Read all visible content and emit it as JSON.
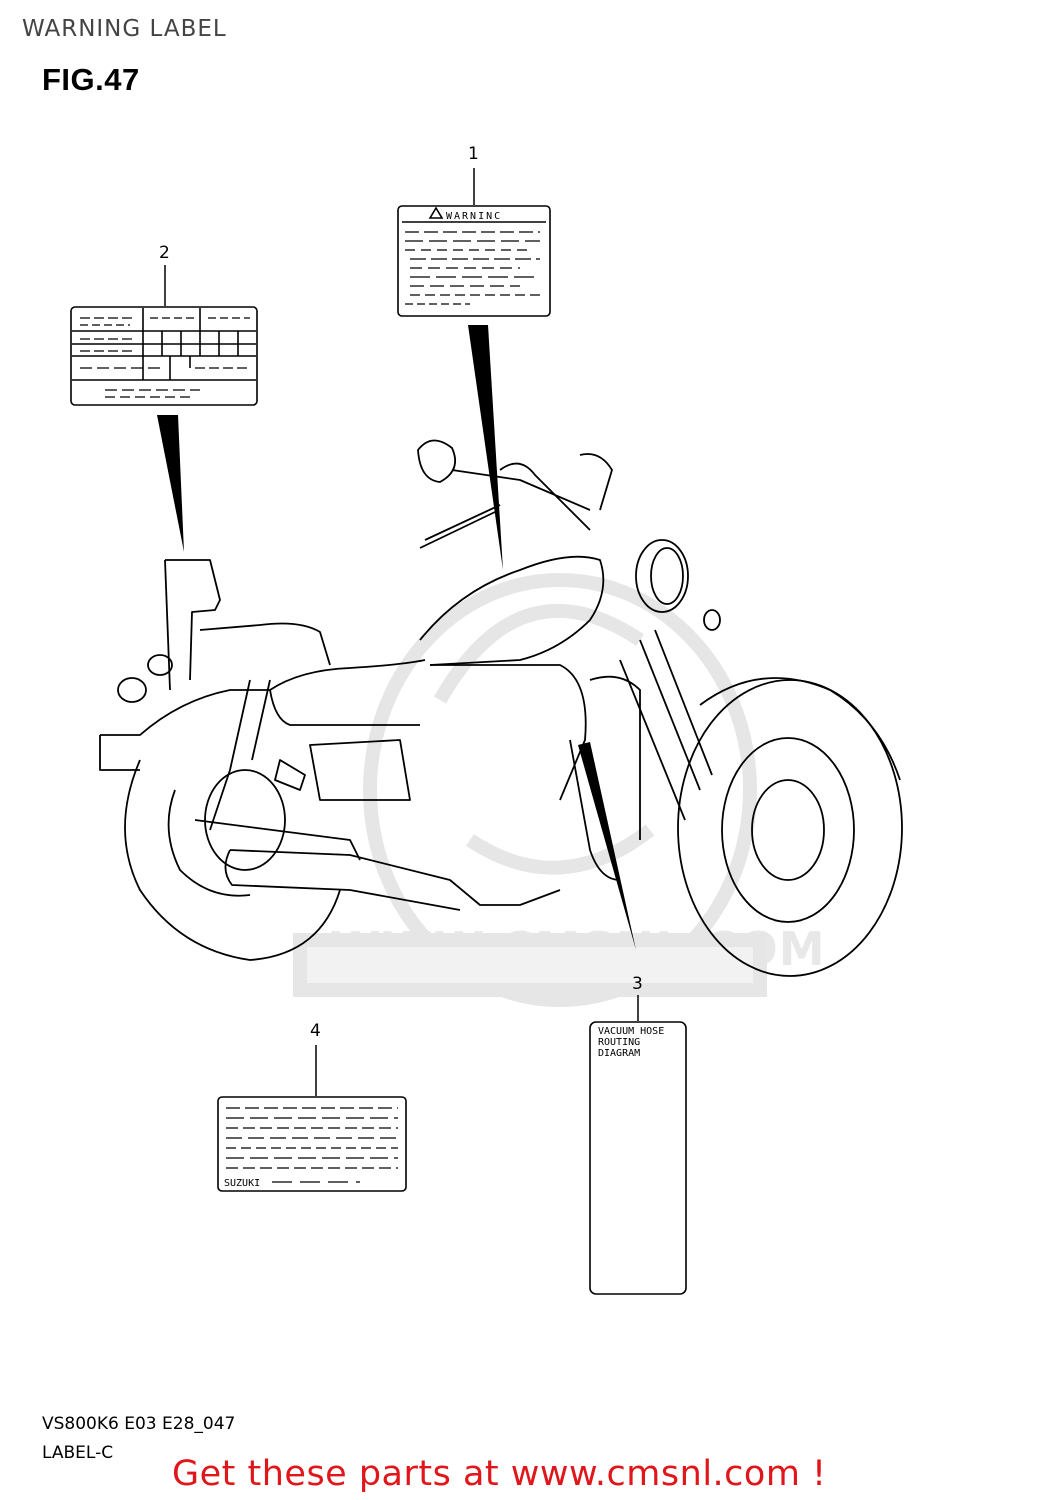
{
  "header": {
    "title": "WARNING LABEL"
  },
  "figure": {
    "number": "FIG.47"
  },
  "callouts": [
    "1",
    "2",
    "3",
    "4"
  ],
  "labels": {
    "warning": "WARNINC",
    "hose_lines": [
      "VACUUM HOSE",
      "ROUTING",
      "DIAGRAM"
    ],
    "maker": "SUZUKI"
  },
  "watermark": {
    "text": "WWW.CMSNL.COM",
    "logo": "CMS"
  },
  "footer": {
    "code": "VS800K6 E03 E28_047",
    "subtitle": "LABEL-C"
  },
  "promo": {
    "text": "Get these parts at www.cmsnl.com !",
    "color": "#e0161b"
  }
}
